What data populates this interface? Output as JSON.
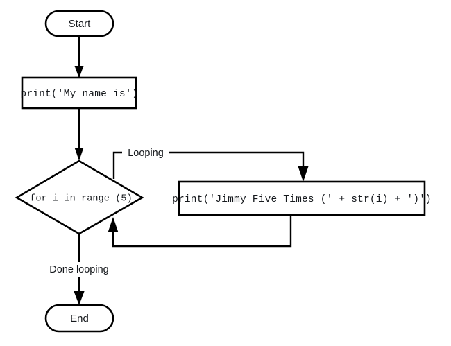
{
  "diagram": {
    "title": "Python for-loop flowchart",
    "type": "flowchart",
    "background_color": "#ffffff",
    "stroke_color": "#000000",
    "text_color": "#16191d",
    "nodes": {
      "start": {
        "label": "Start",
        "shape": "terminal-oval"
      },
      "print_name": {
        "label": "print('My name is')",
        "shape": "process-rectangle"
      },
      "loop_condition": {
        "label": "for i in range (5)",
        "shape": "decision-diamond"
      },
      "print_jimmy": {
        "label": "print('Jimmy Five Times (' + str(i) + ')')",
        "shape": "process-rectangle"
      },
      "end": {
        "label": "End",
        "shape": "terminal-oval"
      }
    },
    "edge_labels": {
      "looping": "Looping",
      "done_looping": "Done looping"
    }
  }
}
